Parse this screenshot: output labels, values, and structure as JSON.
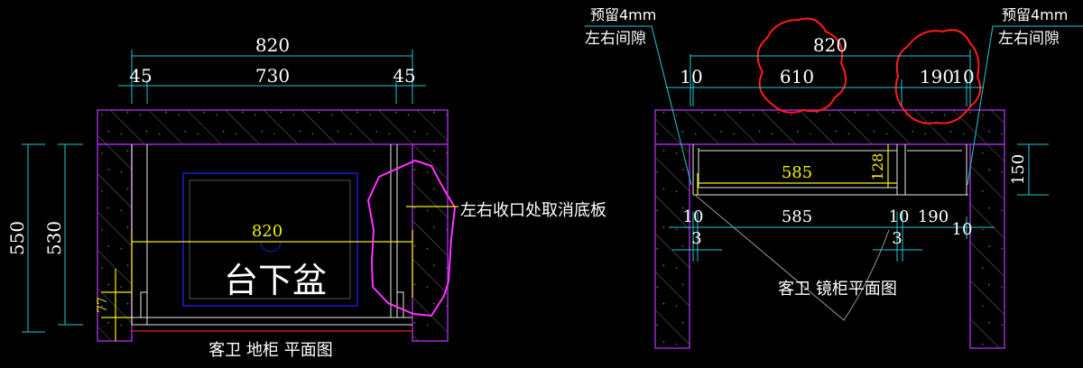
{
  "left_plan": {
    "dim_total": "820",
    "dim_left": "45",
    "dim_middle": "730",
    "dim_right": "45",
    "dim_height_outer": "550",
    "dim_height_inner": "530",
    "dim_inner_width": "820",
    "dim_small": "77",
    "basin_label": "台下盆",
    "note": "左右收口处取消底板",
    "caption": "客卫  地柜  平面图"
  },
  "right_plan": {
    "note_left_line1": "预留4mm",
    "note_left_line2": "左右间隙",
    "note_right_line1": "预留4mm",
    "note_right_line2": "左右间隙",
    "dim_total": "820",
    "dim_top_left_gap": "10",
    "dim_top_main": "610",
    "dim_top_side": "190",
    "dim_top_right_gap": "10",
    "dim_inner_width": "585",
    "dim_inner_depth": "128",
    "dim_depth": "150",
    "dim_bottom_left_gap": "10",
    "dim_bottom_main": "585",
    "dim_bottom_mid_gap": "10",
    "dim_bottom_side": "190",
    "dim_bottom_right_gap": "10",
    "dim_left_small": "3",
    "dim_mid_small": "3",
    "caption": "客卫  镜柜平面图"
  },
  "colors": {
    "background": "#000000",
    "dimension": "#22c8d0",
    "wall": "#9a2ad0",
    "highlight": "#f0f000",
    "revision_cloud": "#ff1a1a",
    "markup": "#ff33ff"
  }
}
